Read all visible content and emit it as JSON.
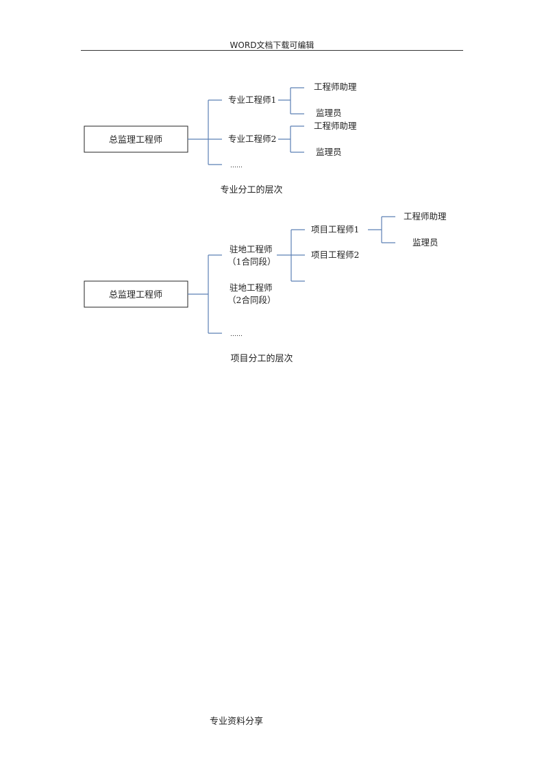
{
  "header": {
    "title": "WORD文档下载可编辑"
  },
  "diagram1": {
    "root": "总监理工程师",
    "branch1": "专业工程师1",
    "branch1_child1": "工程师助理",
    "branch1_child2": "监理员",
    "branch2": "专业工程师2",
    "branch2_child1": "工程师助理",
    "branch2_child2": "监理员",
    "more": "……",
    "caption": "专业分工的层次"
  },
  "diagram2": {
    "root": "总监理工程师",
    "site1_line1": "驻地工程师",
    "site1_line2": "（1合同段）",
    "site2_line1": "驻地工程师",
    "site2_line2": "（2合同段）",
    "more": "……",
    "project1": "项目工程师1",
    "project2": "项目工程师2",
    "project1_child1": "工程师助理",
    "project1_child2": "监理员",
    "caption": "项目分工的层次"
  },
  "footer": {
    "text": "专业资料分享"
  },
  "colors": {
    "connector": "#5b7fb4",
    "box_border": "#222222",
    "rule": "#333333"
  }
}
